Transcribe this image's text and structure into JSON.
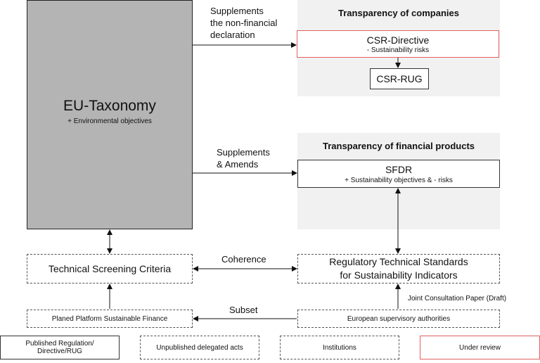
{
  "eu_taxonomy": {
    "title": "EU-Taxonomy",
    "subtitle": "+ Environmental objectives"
  },
  "companies_panel": {
    "title": "Transparency of companies",
    "csr_directive": {
      "title": "CSR-Directive",
      "subtitle": "- Sustainability risks"
    },
    "csr_rug": {
      "title": "CSR-RUG"
    }
  },
  "products_panel": {
    "title": "Transparency of financial products",
    "sfdr": {
      "title": "SFDR",
      "subtitle": "+ Sustainability objectives & - risks"
    }
  },
  "technical_screening": {
    "title": "Technical Screening Criteria"
  },
  "rts": {
    "line1": "Regulatory Technical Standards",
    "line2": "for Sustainability Indicators"
  },
  "platform": {
    "title": "Planed Platform Sustainable Finance"
  },
  "esa": {
    "title": "European supervisory authorities"
  },
  "edge_labels": {
    "supplements_1": "Supplements",
    "supplements_2": "the non-financial",
    "supplements_3": "declaration",
    "amends_1": "Supplements",
    "amends_2": "& Amends",
    "coherence": "Coherence",
    "subset": "Subset",
    "consultation": "Joint Consultation Paper (Draft)"
  },
  "legend": {
    "published_1": "Published Regulation/",
    "published_2": "Directive/RUG",
    "unpublished": "Unpublished delegated acts",
    "institutions": "Institutions",
    "under_review": "Under review"
  }
}
